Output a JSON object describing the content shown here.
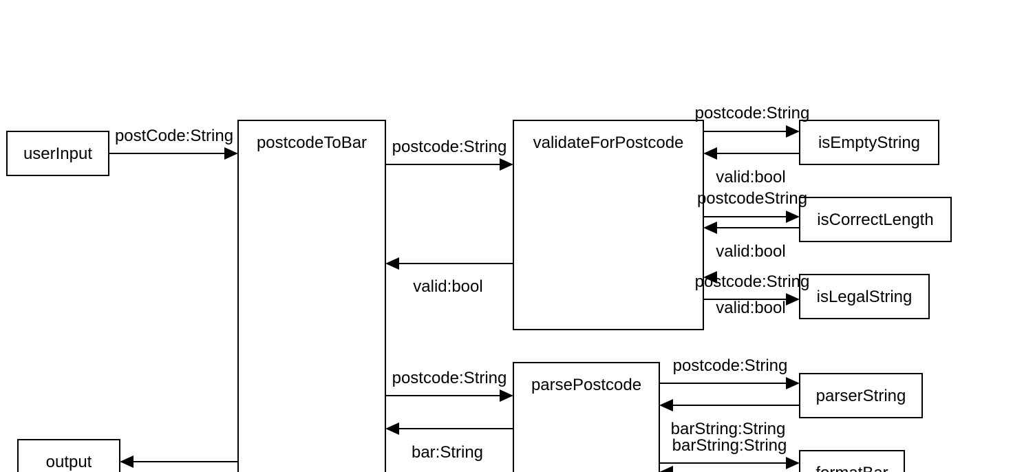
{
  "colors": {
    "line": "#000000",
    "background": "#ffffff"
  },
  "nodes": {
    "userInput": "userInput",
    "postcodeToBar": "postcodeToBar",
    "validateForPostcode": "validateForPostcode",
    "isEmptyString": "isEmptyString",
    "isCorrectLength": "isCorrectLength",
    "isLegalString": "isLegalString",
    "parsePostcode": "parsePostcode",
    "parserString": "parserString",
    "formatBar": "formatBar",
    "output": "output"
  },
  "edges": {
    "userinput_to_postcodetobar": "postCode:String",
    "postcodetobar_to_validate": "postcode:String",
    "validate_to_postcodetobar": "valid:bool",
    "validate_to_isempty": "postcode:String",
    "isempty_to_validate": "valid:bool",
    "validate_to_iscorrectlength": "postcodeString",
    "iscorrectlength_to_validate": "valid:bool",
    "validate_to_islegal": "postcode:String",
    "islegal_to_validate": "valid:bool",
    "postcodetobar_to_parse": "postcode:String",
    "parse_to_postcodetobar": "bar:String",
    "parse_to_parserstring": "postcode:String",
    "parserstring_to_parse": "barString:String",
    "parse_to_formatbar": "barString:String"
  }
}
